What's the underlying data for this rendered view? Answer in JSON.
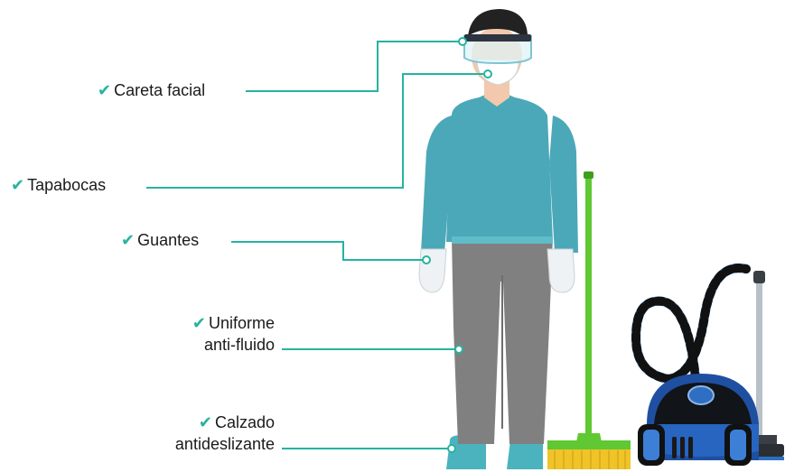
{
  "accent_color": "#26b3a0",
  "labels": {
    "careta": "Careta facial",
    "tapabocas": "Tapabocas",
    "guantes": "Guantes",
    "uniforme_1": "Uniforme",
    "uniforme_2": "anti-fluido",
    "calzado_1": "Calzado",
    "calzado_2": "antideslizante"
  },
  "icons": {
    "check": "✔"
  }
}
